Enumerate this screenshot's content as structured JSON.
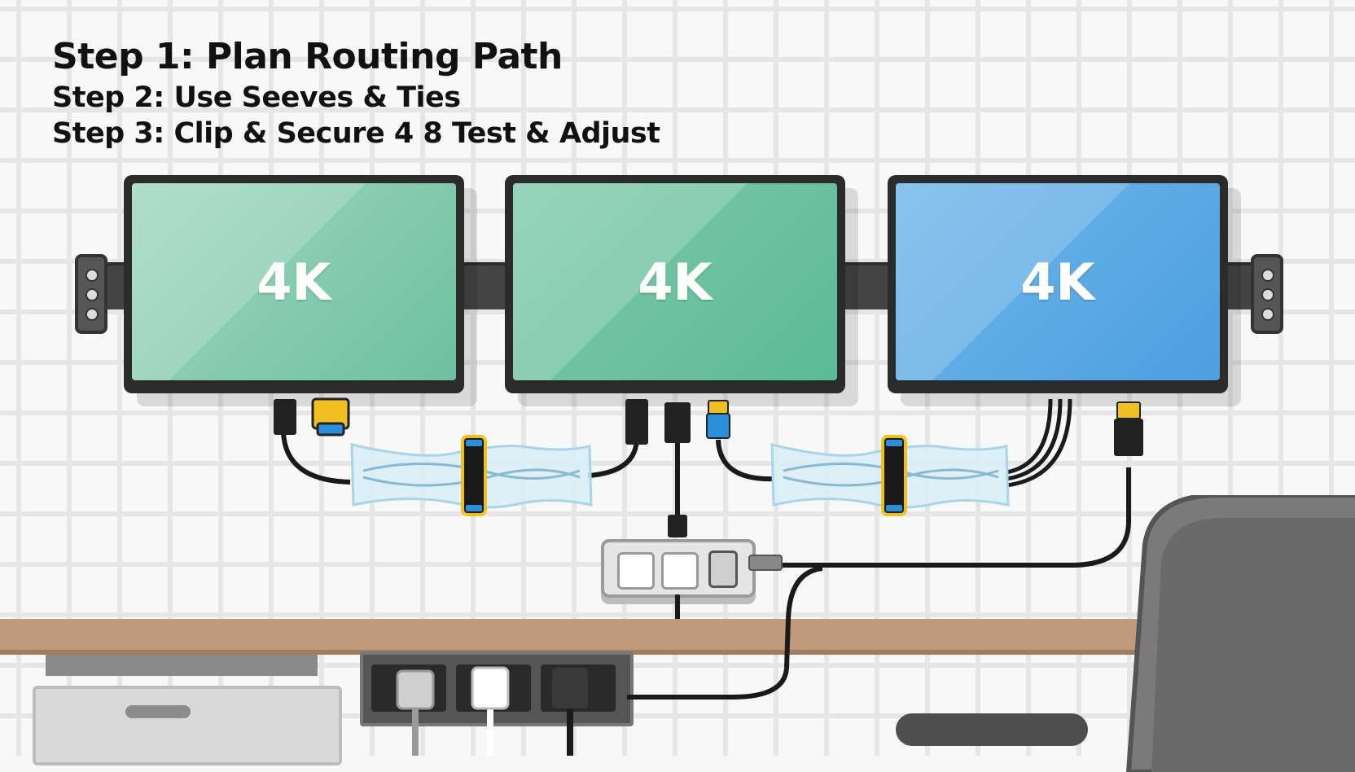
{
  "steps": {
    "step_1": "Step 1: Plan Routing Path",
    "step_2": "Step 2: Use Seeves & Ties",
    "step_3": "Step 3: Clip & Secure 4 8 Test & Adjust"
  },
  "monitors": [
    {
      "label": "4K",
      "color_top": "#9fd7c0",
      "color_bottom": "#6fc0a0"
    },
    {
      "label": "4K",
      "color_top": "#7fcbae",
      "color_bottom": "#5cb996"
    },
    {
      "label": "4K",
      "color_top": "#6fb6ea",
      "color_bottom": "#4d9fe0"
    }
  ],
  "colors": {
    "desk": "#c09a7c",
    "sleeve": "#d8eef8",
    "tie_accent": "#f0c020",
    "connector_blue": "#2a8fd8",
    "cable": "#1a1a1a"
  },
  "icons": [
    "hdmi-connector-icon",
    "displayport-connector-icon",
    "usb-connector-icon",
    "power-outlet-icon",
    "power-strip-icon",
    "cable-tie-icon"
  ]
}
